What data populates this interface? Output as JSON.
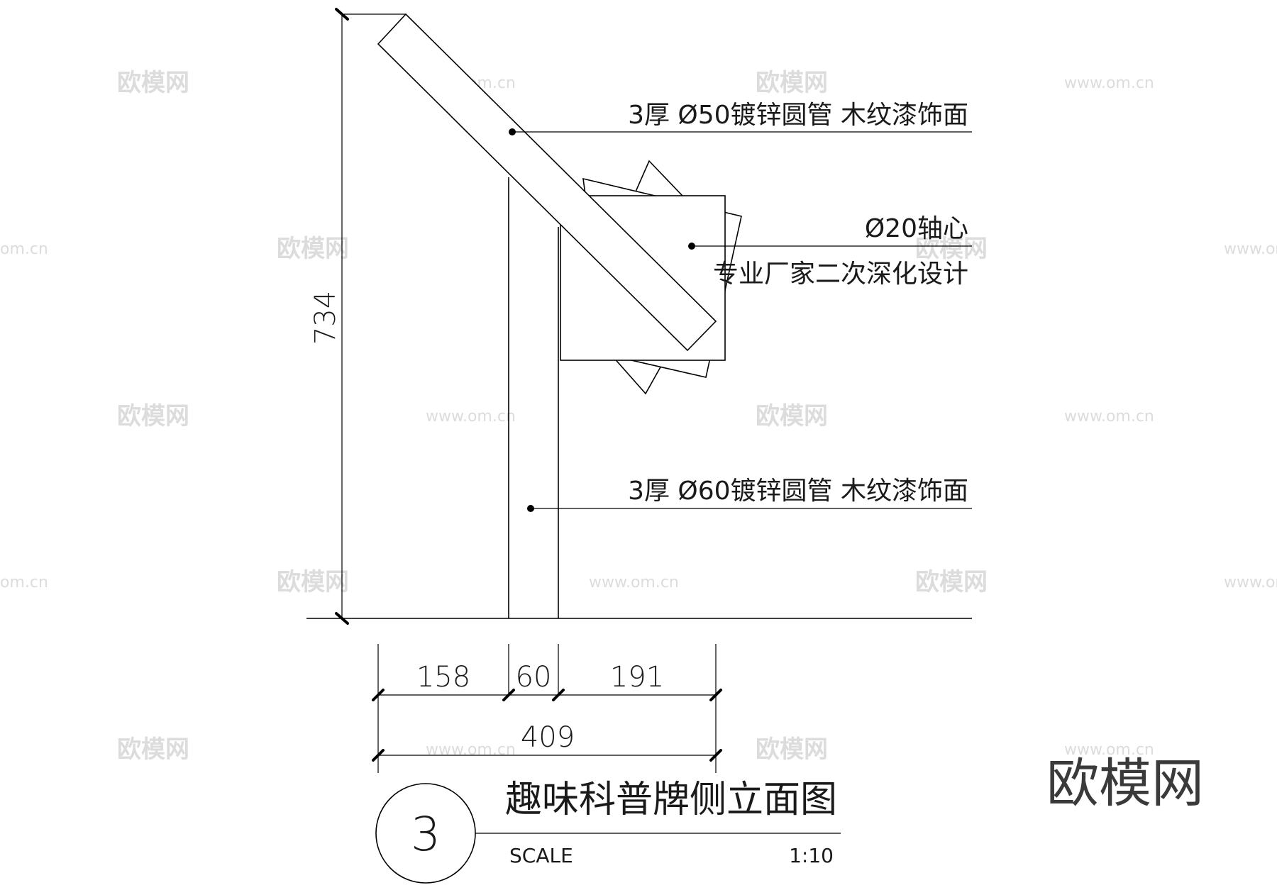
{
  "drawing": {
    "height_dimension": "734",
    "width_dimensions": [
      "158",
      "60",
      "191"
    ],
    "total_width_dimension": "409",
    "notes": {
      "upper_pipe": "3厚 Ø50镀锌圆管 木纹漆饰面",
      "axle": "Ø20轴心",
      "manufacturer": "专业厂家二次深化设计",
      "lower_pipe": "3厚 Ø60镀锌圆管 木纹漆饰面"
    },
    "title_block": {
      "number": "3",
      "title": "趣味科普牌侧立面图",
      "scale_label": "SCALE",
      "scale_value": "1:10"
    }
  },
  "watermark": {
    "brand": "欧模网",
    "url": "www.om.cn",
    "url_partial": "om.cn"
  }
}
